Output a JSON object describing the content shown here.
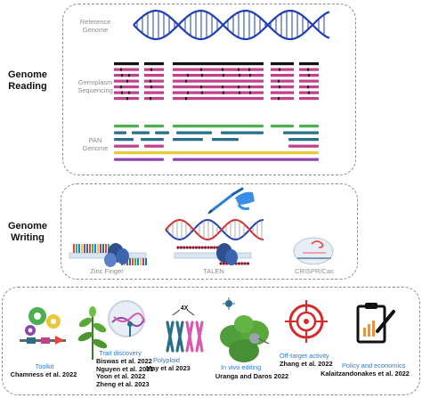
{
  "sections": {
    "reading": {
      "label_line1": "Genome",
      "label_line2": "Reading"
    },
    "writing": {
      "label_line1": "Genome",
      "label_line2": "Writing"
    }
  },
  "reading": {
    "reference_line1": "Reference",
    "reference_line2": "Genome",
    "germplasm_line1": "Germplasm",
    "germplasm_line2": "Sequencing",
    "pan_line1": "PAN",
    "pan_line2": "Genome"
  },
  "writing": {
    "zinc_finger": "Zinc Finger",
    "talen": "TALEN",
    "crispr": "CRISPR/Cas"
  },
  "applications": {
    "toolkit": {
      "title": "Toolkit",
      "refs": [
        "Chamness et al. 2022"
      ]
    },
    "trait": {
      "title": "Trait discovery",
      "refs": [
        "Biswas et al. 2022",
        "Nguyen et al. 2021",
        "Yoon et al. 2022",
        "Zheng et al. 2023"
      ]
    },
    "polyploid": {
      "title": "Polyploid",
      "refs": [
        "May et al 2023"
      ],
      "badge": "4X"
    },
    "invivo": {
      "title": "In vivo editing",
      "refs": [
        "Uranga and Daros 2022"
      ]
    },
    "offtarget": {
      "title": "Off-target activity",
      "refs": [
        "Zhang et al. 2022"
      ]
    },
    "policy": {
      "title": "Policy and economics",
      "refs": [
        "Kalaitzandonakes et al. 2022"
      ]
    }
  },
  "colors": {
    "magenta": "#c2418a",
    "black": "#111111",
    "green": "#4caf50",
    "teal": "#2a6f8a",
    "yellow": "#e8c93a",
    "purple": "#8e44ad",
    "blue_text": "#2b7bd8",
    "helix_blue": "#1f3fb5",
    "red": "#d62b2b"
  },
  "icons": [
    "dna-helix-icon",
    "gears-icon",
    "plant-icon",
    "magnifier-icon",
    "chromosomes-icon",
    "virus-icon",
    "leaf-icon",
    "target-icon",
    "clipboard-icon"
  ]
}
